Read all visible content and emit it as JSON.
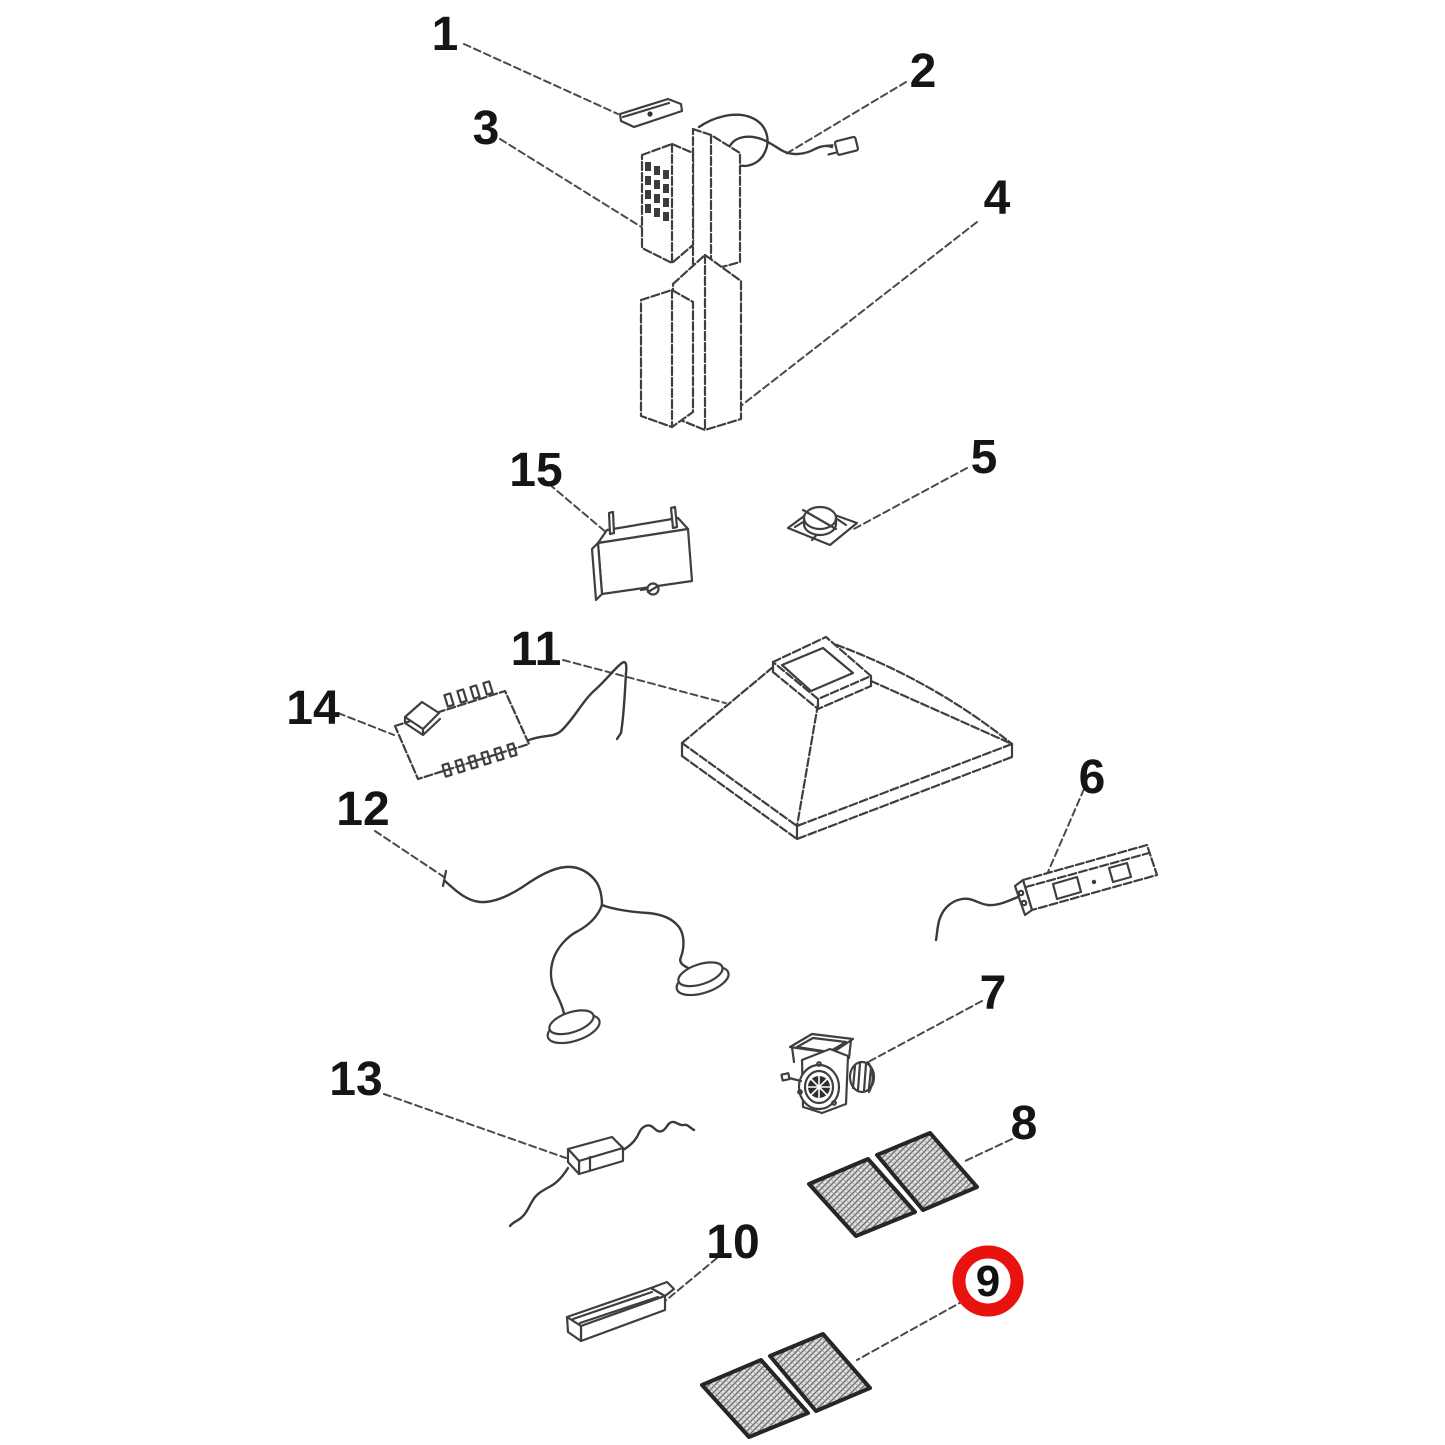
{
  "figure": {
    "background": "#ffffff",
    "line_color": "#3f3f3f"
  },
  "callouts": [
    {
      "label": "1"
    },
    {
      "label": "2"
    },
    {
      "label": "3"
    },
    {
      "label": "4"
    },
    {
      "label": "5"
    },
    {
      "label": "6"
    },
    {
      "label": "7"
    },
    {
      "label": "8"
    },
    {
      "label": "9"
    },
    {
      "label": "10"
    },
    {
      "label": "11"
    },
    {
      "label": "12"
    },
    {
      "label": "13"
    },
    {
      "label": "14"
    },
    {
      "label": "15"
    }
  ],
  "highlight": {
    "part_label": "9",
    "ring_color": "#e8120e",
    "fill_color": "#ffffff"
  }
}
